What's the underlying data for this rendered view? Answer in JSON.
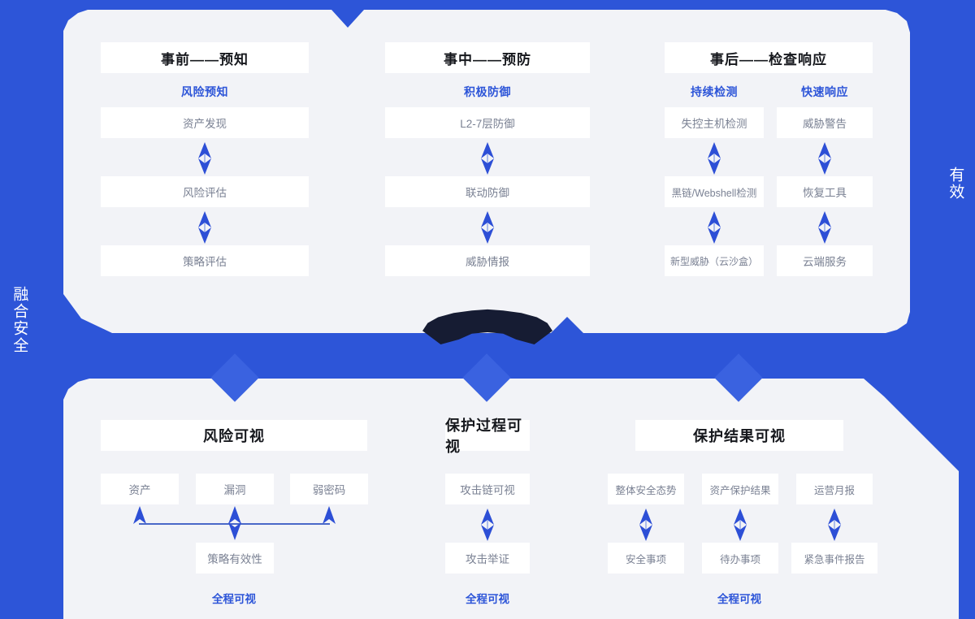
{
  "theme": {
    "brand_blue": "#2d55d8",
    "panel_bg": "#f2f3f7",
    "card_bg": "#ffffff",
    "node_text": "#7a8193",
    "title_text": "#16181d",
    "accent_navy": "#161c33"
  },
  "side_labels": {
    "left": "融合安全",
    "right": "有效"
  },
  "top_panel": {
    "groups": [
      {
        "title": "事前——预知",
        "columns": [
          {
            "subtitle": "风险预知",
            "nodes": [
              "资产发现",
              "风险评估",
              "策略评估"
            ]
          }
        ]
      },
      {
        "title": "事中——预防",
        "columns": [
          {
            "subtitle": "积极防御",
            "nodes": [
              "L2-7层防御",
              "联动防御",
              "威胁情报"
            ]
          }
        ]
      },
      {
        "title": "事后——检查响应",
        "columns": [
          {
            "subtitle": "持续检测",
            "nodes": [
              "失控主机检测",
              "黑链/Webshell检测",
              "新型威胁（云沙盒）"
            ]
          },
          {
            "subtitle": "快速响应",
            "nodes": [
              "威胁警告",
              "恢复工具",
              "云端服务"
            ]
          }
        ]
      }
    ]
  },
  "bottom_panel": {
    "groups": [
      {
        "title": "风险可视",
        "top_nodes": [
          "资产",
          "漏洞",
          "弱密码"
        ],
        "bottom_nodes": [
          "策略有效性"
        ],
        "footer": "全程可视"
      },
      {
        "title": "保护过程可视",
        "top_nodes": [
          "攻击链可视"
        ],
        "bottom_nodes": [
          "攻击举证"
        ],
        "footer": "全程可视"
      },
      {
        "title": "保护结果可视",
        "top_nodes": [
          "整体安全态势",
          "资产保护结果",
          "运营月报"
        ],
        "bottom_nodes": [
          "安全事项",
          "待办事项",
          "紧急事件报告"
        ],
        "footer": "全程可视"
      }
    ]
  }
}
